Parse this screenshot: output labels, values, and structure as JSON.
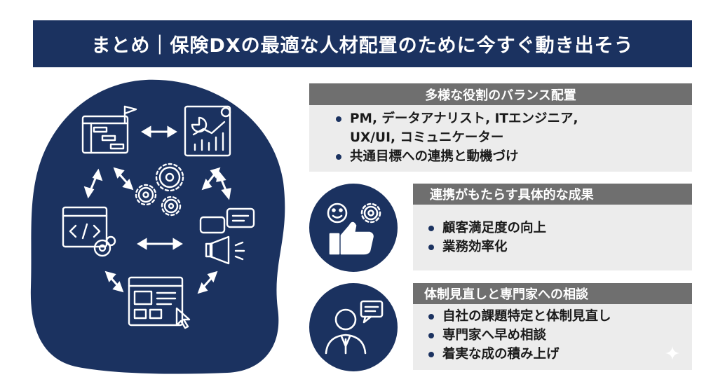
{
  "header": {
    "title": "まとめ｜保険DXの最適な人材配置のために今すぐ動き出そう"
  },
  "sections": [
    {
      "heading": "多様な役割のバランス配置",
      "items": [
        "PM, データアナリスト, ITエンジニア,",
        "UX/UI, コミュニケーター",
        "共通目標への連携と動機づけ"
      ]
    },
    {
      "heading": "連携がもたらす具体的な成果",
      "items": [
        "顧客満足度の向上",
        "業務効率化"
      ]
    },
    {
      "heading": "体制見直しと専門家への相談",
      "items": [
        "自社の課題特定と体制見直し",
        "専門家へ早め相談",
        "着実な成の積み上げ"
      ]
    }
  ],
  "icons": {
    "left": [
      "gantt-chart-icon",
      "analytics-chart-icon",
      "gears-icon",
      "code-window-icon",
      "chat-megaphone-icon",
      "web-layout-cursor-icon"
    ],
    "section2": "smile-thumbs-up-gear-icon",
    "section3": "businessman-chat-icon"
  },
  "colors": {
    "navy": "#1b3260",
    "header_gray": "#6f6f6f",
    "panel_bg": "#ececec"
  }
}
